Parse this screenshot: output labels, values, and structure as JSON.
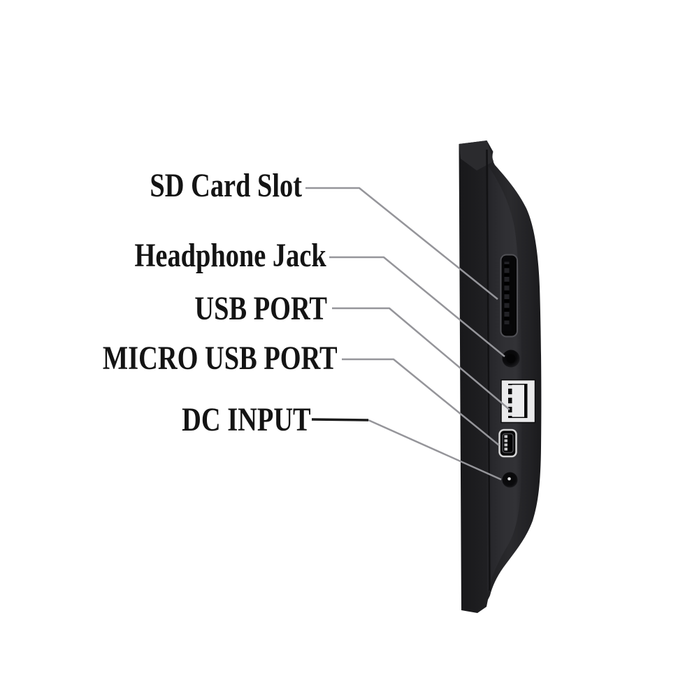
{
  "page": {
    "background_color": "#ffffff",
    "description_of_subject": "side profile photo of a black digital photo frame with port callouts"
  },
  "colors": {
    "text": "#141414",
    "leader_line": "#95959a",
    "leader_line_dark": "#1b1b1b",
    "device_body": "#232326",
    "device_side_panel": "#2f2f33",
    "port_outline_white": "#e8e8e9",
    "port_cavity_black": "#070708"
  },
  "labels": [
    {
      "id": "sd-card-slot",
      "text": "SD Card Slot"
    },
    {
      "id": "headphone-jack",
      "text": "Headphone Jack"
    },
    {
      "id": "usb-port",
      "text": "USB PORT"
    },
    {
      "id": "micro-usb-port",
      "text": "MICRO USB PORT"
    },
    {
      "id": "dc-input",
      "text": "DC INPUT"
    }
  ],
  "device": {
    "ports_top_to_bottom": [
      "sd-card-slot",
      "headphone-jack",
      "usb-port",
      "micro-usb-port",
      "dc-input"
    ]
  }
}
